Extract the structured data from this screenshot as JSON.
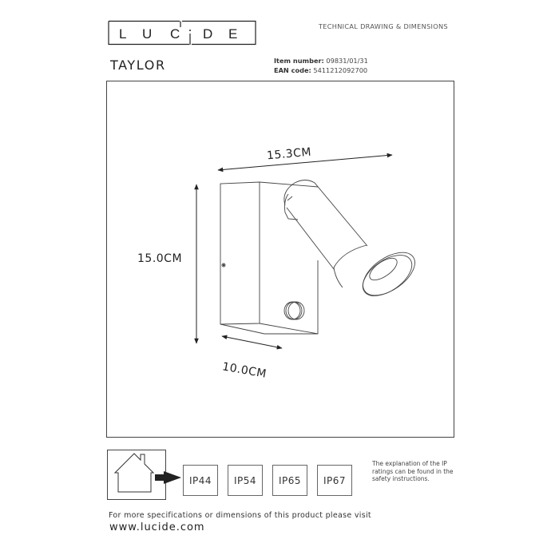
{
  "header": {
    "brand_logo_text": "LUCIDE",
    "section_title": "TECHNICAL DRAWING & DIMENSIONS"
  },
  "product": {
    "name": "TAYLOR",
    "item_number_label": "Item number:",
    "item_number_value": "09831/01/31",
    "ean_label": "EAN code:",
    "ean_value": "5411212092700"
  },
  "drawing": {
    "dimensions": {
      "width": "15.3CM",
      "height": "15.0CM",
      "depth": "10.0CM"
    },
    "icons": [
      "wall-spotlight-drawing",
      "motion-sensor",
      "dimension-arrow"
    ]
  },
  "ip_ratings": {
    "icon": "house-icon",
    "arrow_icon": "arrow-right-icon",
    "items": [
      "IP44",
      "IP54",
      "IP65",
      "IP67"
    ],
    "note": "The explanation of the IP ratings can be found in the safety instructions."
  },
  "footer": {
    "text": "For more specifications or dimensions of this product please visit",
    "url": "www.lucide.com"
  },
  "colors": {
    "line": "#444444",
    "text": "#222222",
    "muted": "#555555"
  }
}
